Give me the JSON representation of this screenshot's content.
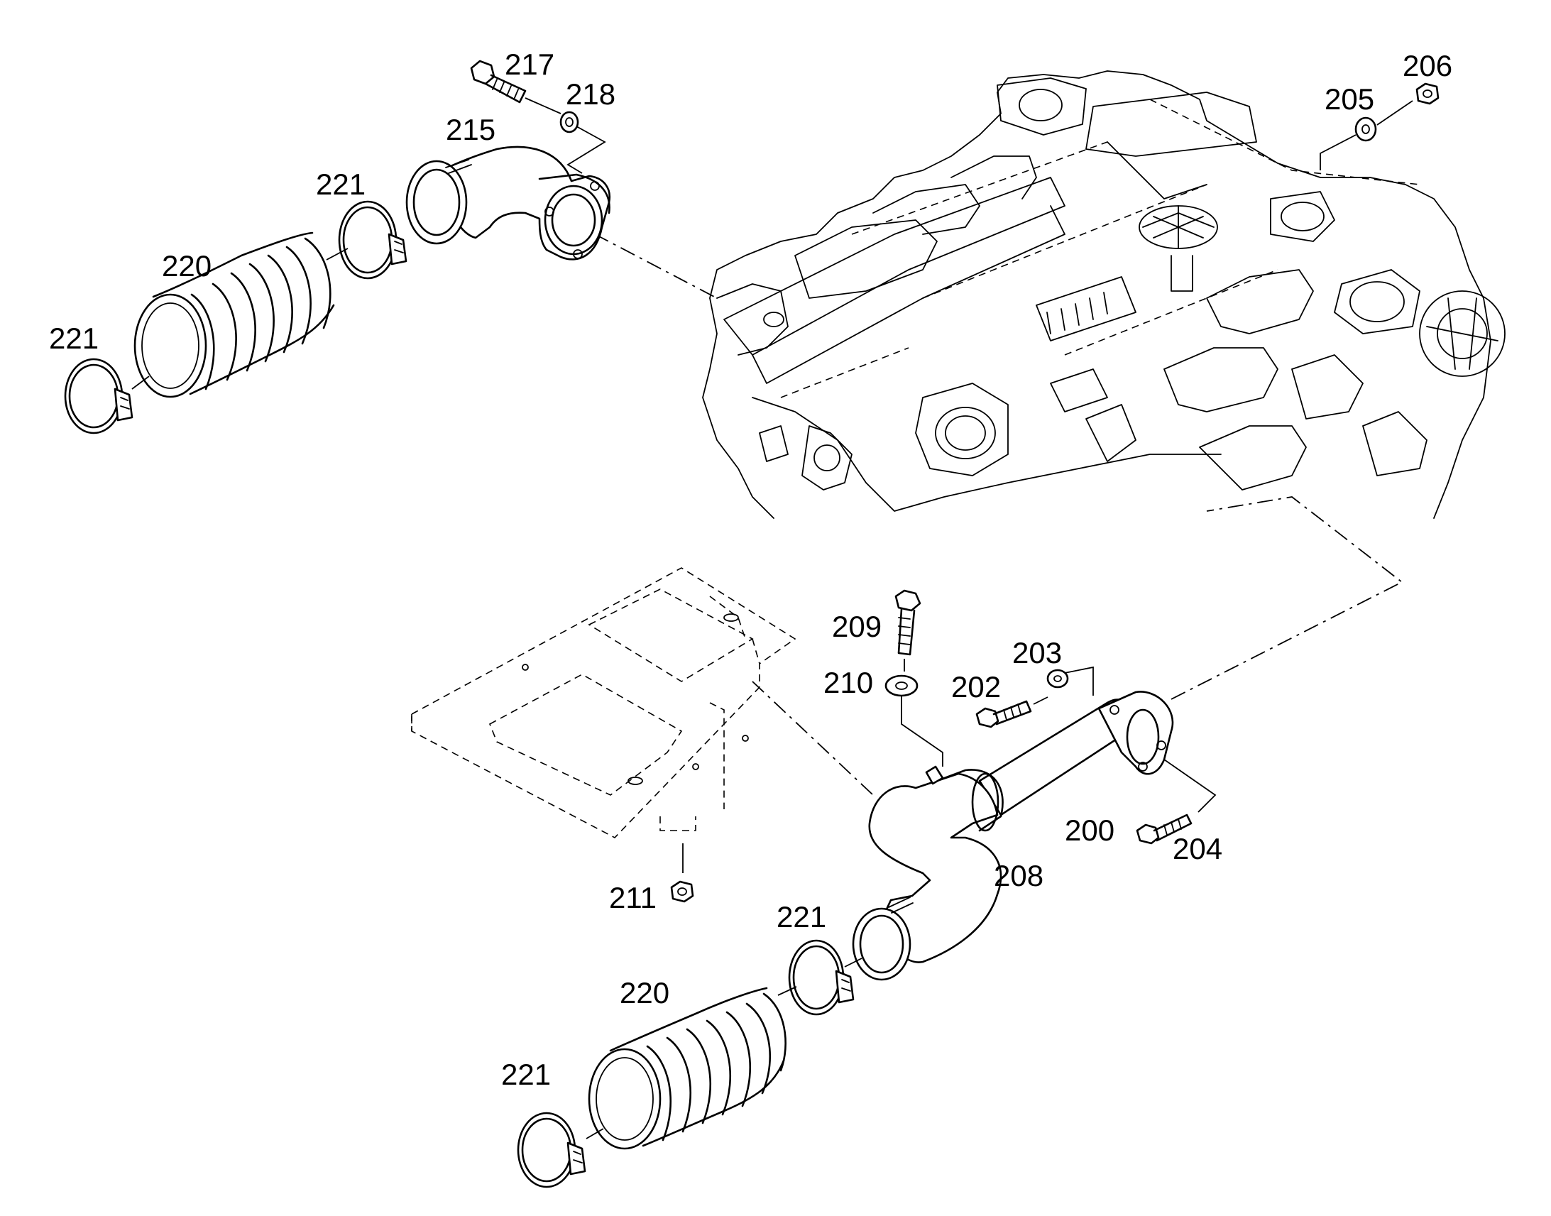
{
  "callouts": {
    "c200": "200",
    "c202": "202",
    "c203": "203",
    "c204": "204",
    "c205": "205",
    "c206": "206",
    "c208": "208",
    "c209": "209",
    "c210": "210",
    "c211": "211",
    "c215": "215",
    "c217": "217",
    "c218": "218",
    "c220_top": "220",
    "c220_bottom": "220",
    "c221_top_upper": "221",
    "c221_top_lower": "221",
    "c221_bottom_upper": "221",
    "c221_bottom_lower": "221"
  }
}
